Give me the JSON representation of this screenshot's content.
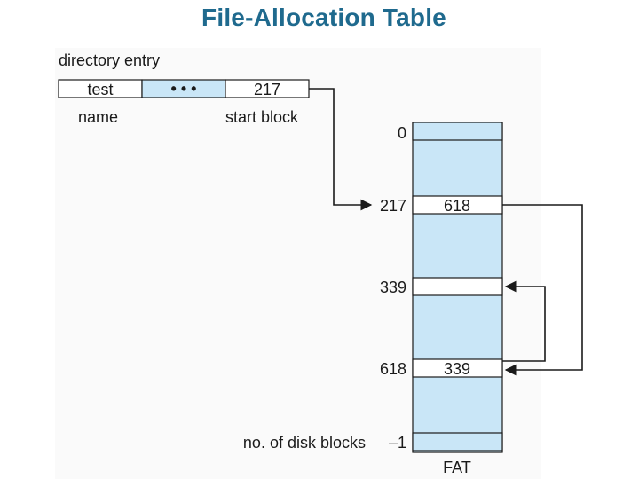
{
  "title": "File-Allocation Table",
  "directory_entry": {
    "caption": "directory entry",
    "name_value": "test",
    "ellipsis": "• • •",
    "start_value": "217",
    "name_label": "name",
    "start_label": "start block"
  },
  "fat": {
    "caption": "FAT",
    "rows": [
      {
        "index_label": "0",
        "value": ""
      },
      {
        "index_label": "217",
        "value": "618"
      },
      {
        "index_label": "339",
        "value": ""
      },
      {
        "index_label": "618",
        "value": "339"
      },
      {
        "index_label": "no. of disk blocks",
        "value": "–1"
      }
    ]
  },
  "colors": {
    "title": "#1f6a8e",
    "fat_fill": "#c9e6f7",
    "highlight_cell": "#c9e6f7",
    "stroke": "#1a1a1a"
  }
}
